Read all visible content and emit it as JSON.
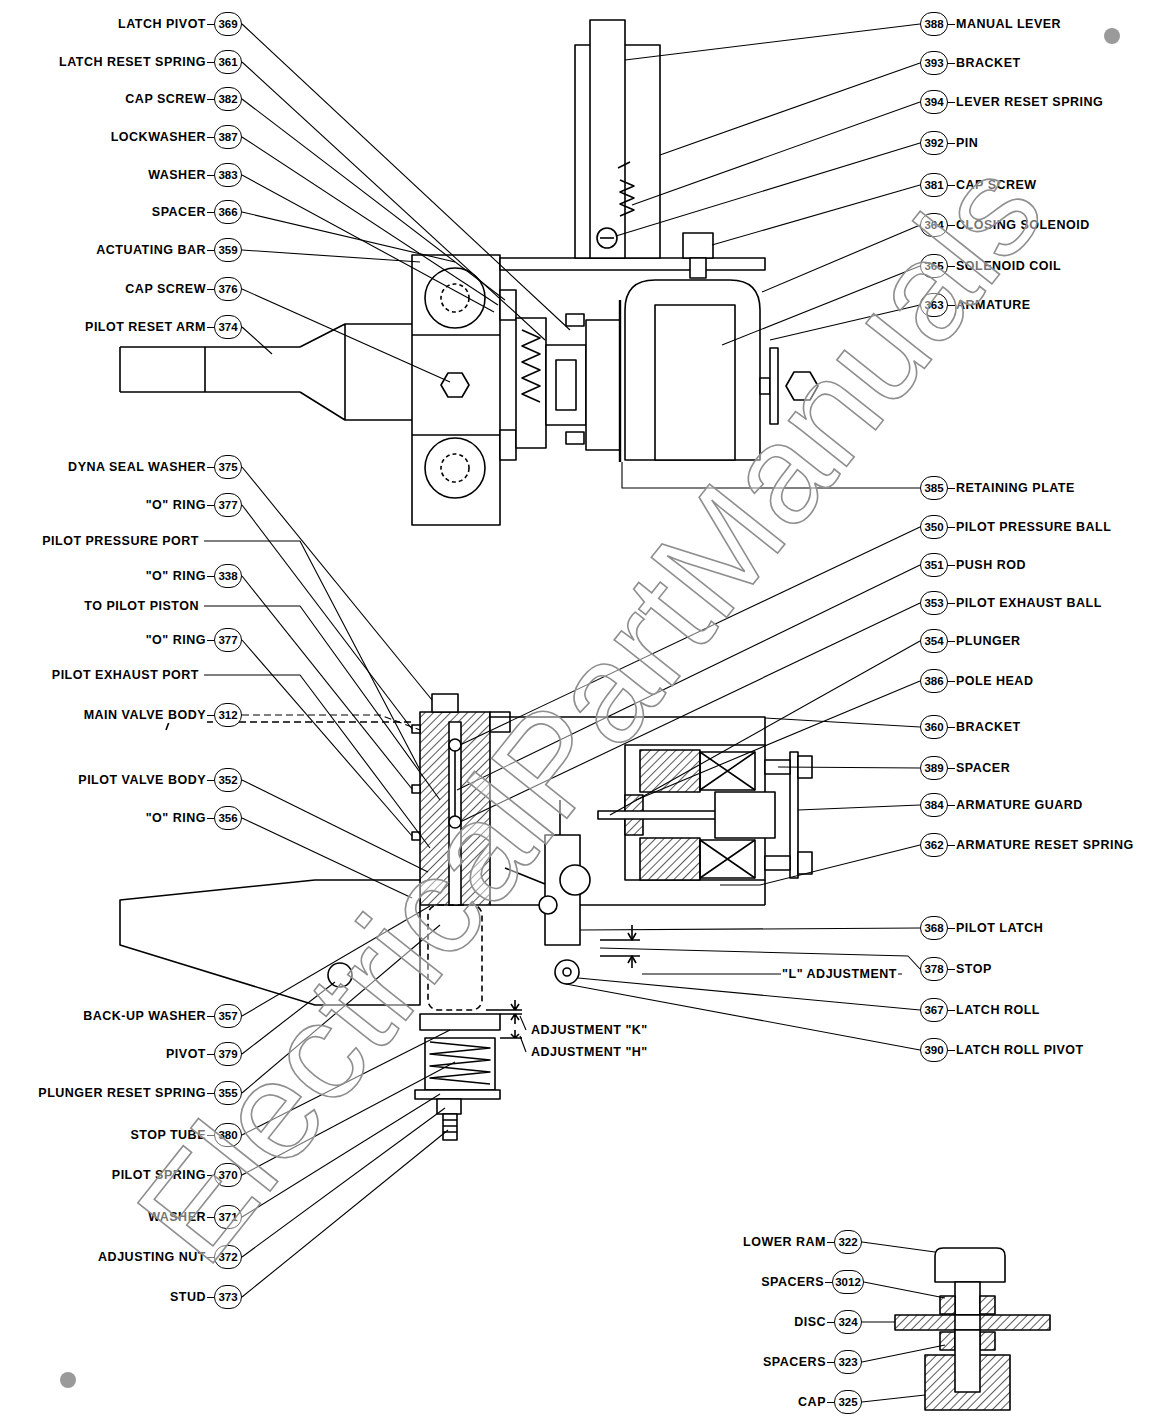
{
  "diagram": {
    "nodes": [
      {
        "text": [
          "LATCH PIVOT",
          "369"
        ]
      },
      {
        "text": [
          "LATCH RESET SPRING",
          "361"
        ]
      },
      {
        "text": [
          "CAP SCREW",
          "382"
        ]
      },
      {
        "text": [
          "LOCKWASHER",
          "387"
        ]
      },
      {
        "text": [
          "WASHER",
          "383"
        ]
      },
      {
        "text": [
          "SPACER",
          "366"
        ]
      },
      {
        "text": [
          "ACTUATING BAR",
          "359"
        ]
      },
      {
        "text": [
          "CAP SCREW",
          "376"
        ]
      },
      {
        "text": [
          "PILOT RESET ARM",
          "374"
        ]
      },
      {
        "text": [
          "DYNA SEAL WASHER",
          "375"
        ]
      },
      {
        "text": [
          "\"O\" RING",
          "377"
        ]
      },
      {
        "text": [
          "\"O\" RING",
          "338"
        ]
      },
      {
        "text": [
          "\"O\" RING",
          "377"
        ]
      },
      {
        "text": [
          "MAIN VALVE BODY",
          "312"
        ]
      },
      {
        "text": [
          "PILOT VALVE BODY",
          "352"
        ]
      },
      {
        "text": [
          "\"O\" RING",
          "356"
        ]
      },
      {
        "text": [
          "BACK-UP WASHER",
          "357"
        ]
      },
      {
        "text": [
          "PIVOT",
          "379"
        ]
      },
      {
        "text": [
          "PLUNGER RESET SPRING",
          "355"
        ]
      },
      {
        "text": [
          "STOP TUBE",
          "380"
        ]
      },
      {
        "text": [
          "PILOT SPRING",
          "370"
        ]
      },
      {
        "text": [
          "WASHER",
          "371"
        ]
      },
      {
        "text": [
          "ADJUSTING NUT",
          "372"
        ]
      },
      {
        "text": [
          "STUD",
          "373"
        ]
      },
      {
        "text": [
          "MANUAL LEVER",
          "388"
        ]
      },
      {
        "text": [
          "BRACKET",
          "393"
        ]
      },
      {
        "text": [
          "LEVER RESET SPRING",
          "394"
        ]
      },
      {
        "text": [
          "PIN",
          "392"
        ]
      },
      {
        "text": [
          "CAP SCREW",
          "381"
        ]
      },
      {
        "text": [
          "CLOSING SOLENOID",
          "364"
        ]
      },
      {
        "text": [
          "SOLENOID COIL",
          "365"
        ]
      },
      {
        "text": [
          "ARMATURE",
          "363"
        ]
      },
      {
        "text": [
          "RETAINING PLATE",
          "385"
        ]
      },
      {
        "text": [
          "PILOT PRESSURE BALL",
          "350"
        ]
      },
      {
        "text": [
          "PUSH ROD",
          "351"
        ]
      },
      {
        "text": [
          "PILOT EXHAUST BALL",
          "353"
        ]
      },
      {
        "text": [
          "PLUNGER",
          "354"
        ]
      },
      {
        "text": [
          "POLE HEAD",
          "386"
        ]
      },
      {
        "text": [
          "BRACKET",
          "360"
        ]
      },
      {
        "text": [
          "SPACER",
          "389"
        ]
      },
      {
        "text": [
          "ARMATURE GUARD",
          "384"
        ]
      },
      {
        "text": [
          "ARMATURE RESET SPRING",
          "362"
        ]
      },
      {
        "text": [
          "PILOT LATCH",
          "368"
        ]
      },
      {
        "text": [
          "STOP",
          "378"
        ]
      },
      {
        "text": [
          "LATCH ROLL",
          "367"
        ]
      },
      {
        "text": [
          "LATCH ROLL PIVOT",
          "390"
        ]
      },
      {
        "text": [
          "LOWER RAM",
          "322"
        ]
      },
      {
        "text": [
          "SPACERS",
          "3012"
        ]
      },
      {
        "text": [
          "DISC",
          "324"
        ]
      },
      {
        "text": [
          "SPACERS",
          "323"
        ]
      },
      {
        "text": [
          "CAP",
          "325"
        ]
      }
    ],
    "labels": [
      "PILOT PRESSURE PORT",
      "TO PILOT PISTON",
      "PILOT EXHAUST PORT",
      "\"L\" ADJUSTMENT",
      "ADJUSTMENT \"K\"",
      "ADJUSTMENT \"H\"",
      "ElectricalPartManuals"
    ]
  }
}
